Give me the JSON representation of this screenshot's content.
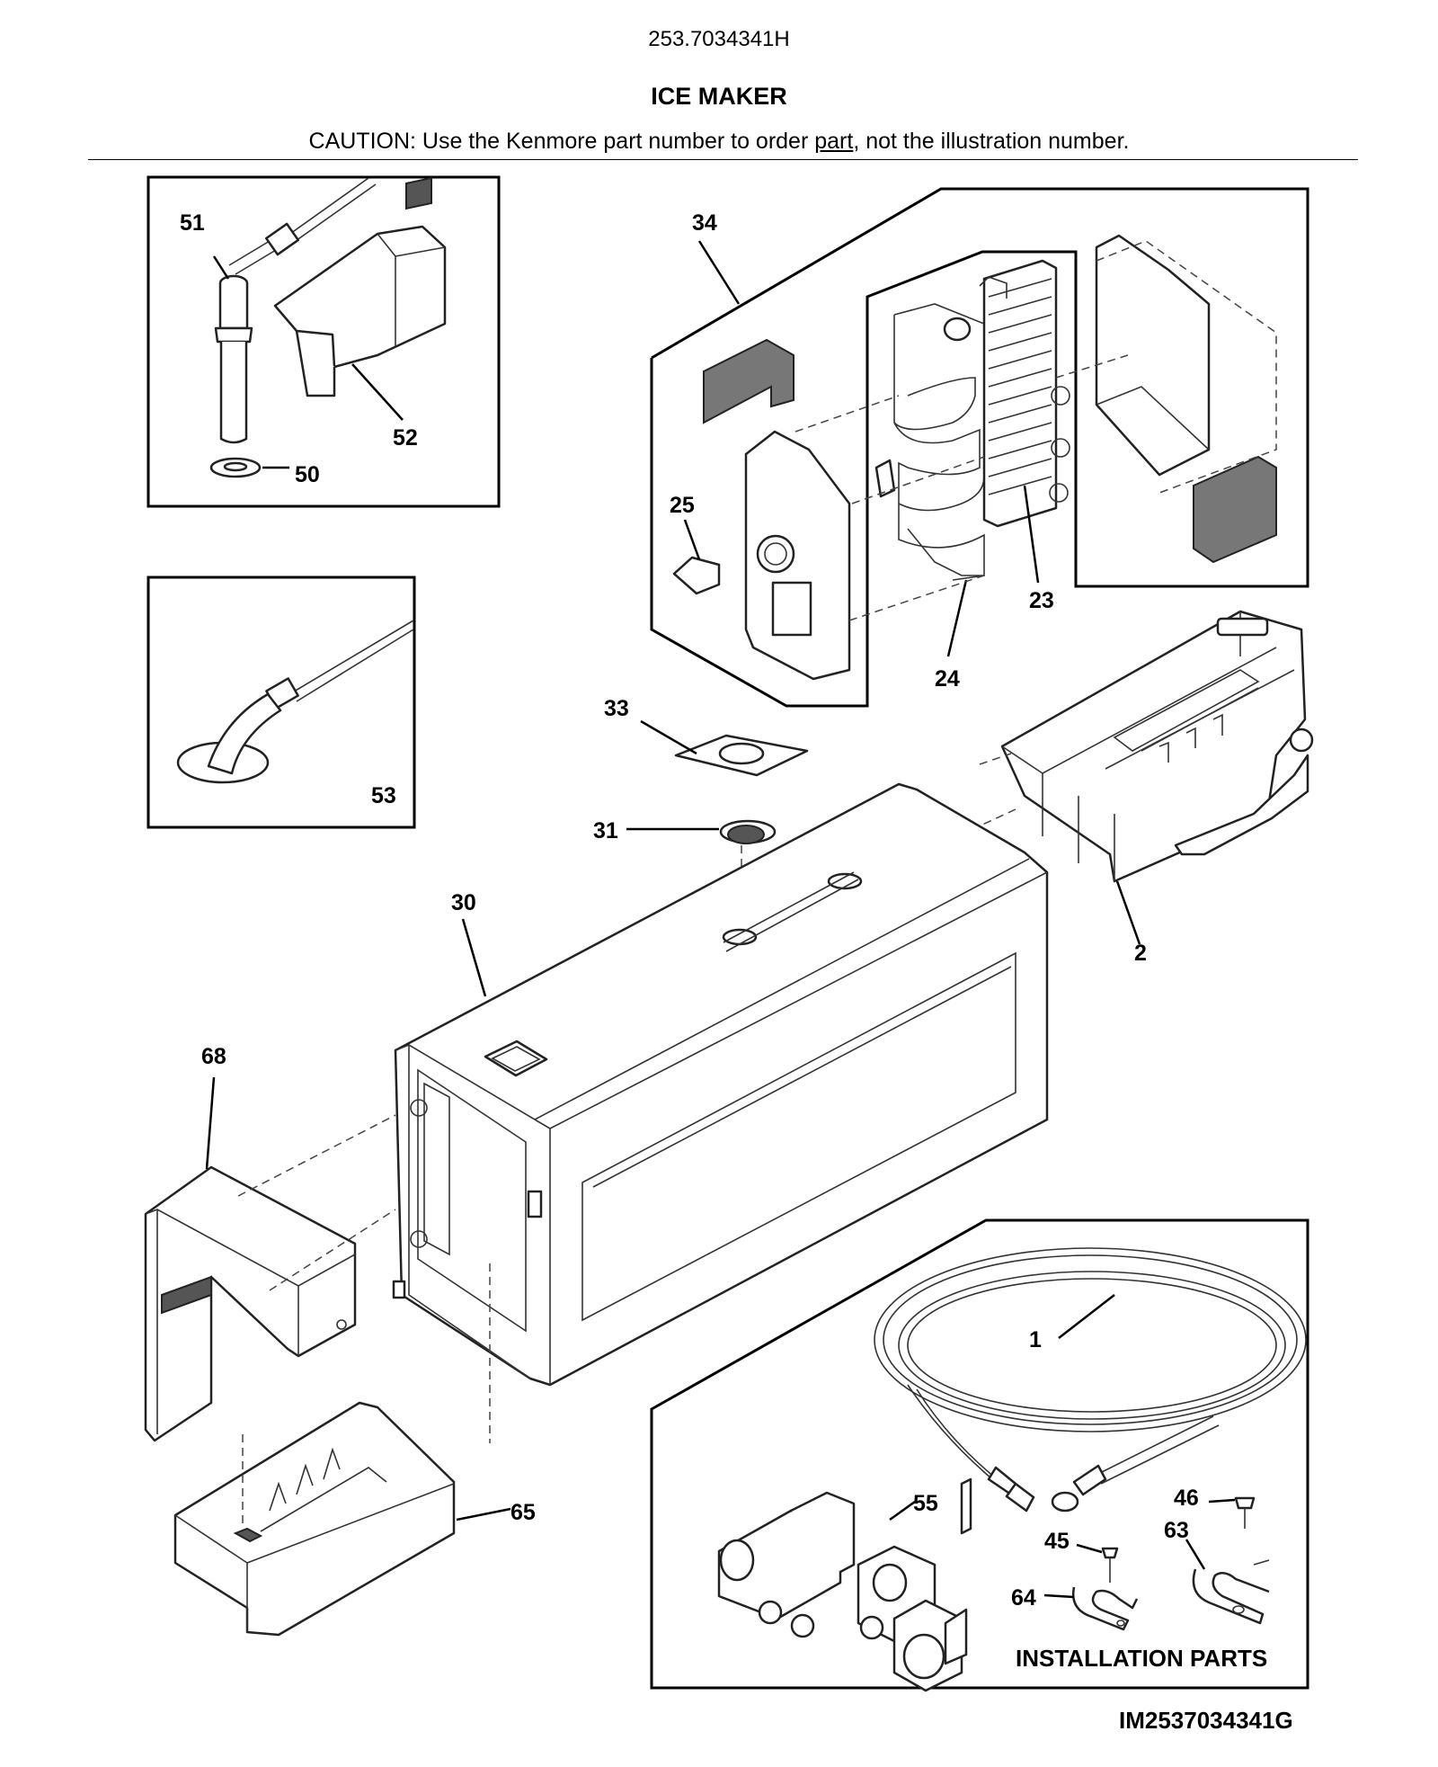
{
  "header": {
    "model_number": "253.7034341H",
    "title": "ICE MAKER",
    "caution_before": "CAUTION: Use the Kenmore part number to order ",
    "caution_link": "part",
    "caution_after": ", not the illustration number."
  },
  "callouts": {
    "c1": "1",
    "c2": "2",
    "c23": "23",
    "c24": "24",
    "c25": "25",
    "c30": "30",
    "c31": "31",
    "c33": "33",
    "c34": "34",
    "c45": "45",
    "c46": "46",
    "c50": "50",
    "c51": "51",
    "c52": "52",
    "c53": "53",
    "c55": "55",
    "c63": "63",
    "c64": "64",
    "c65": "65",
    "c68": "68"
  },
  "installation_label": "INSTALLATION PARTS",
  "drawing_id": "IM2537034341G"
}
